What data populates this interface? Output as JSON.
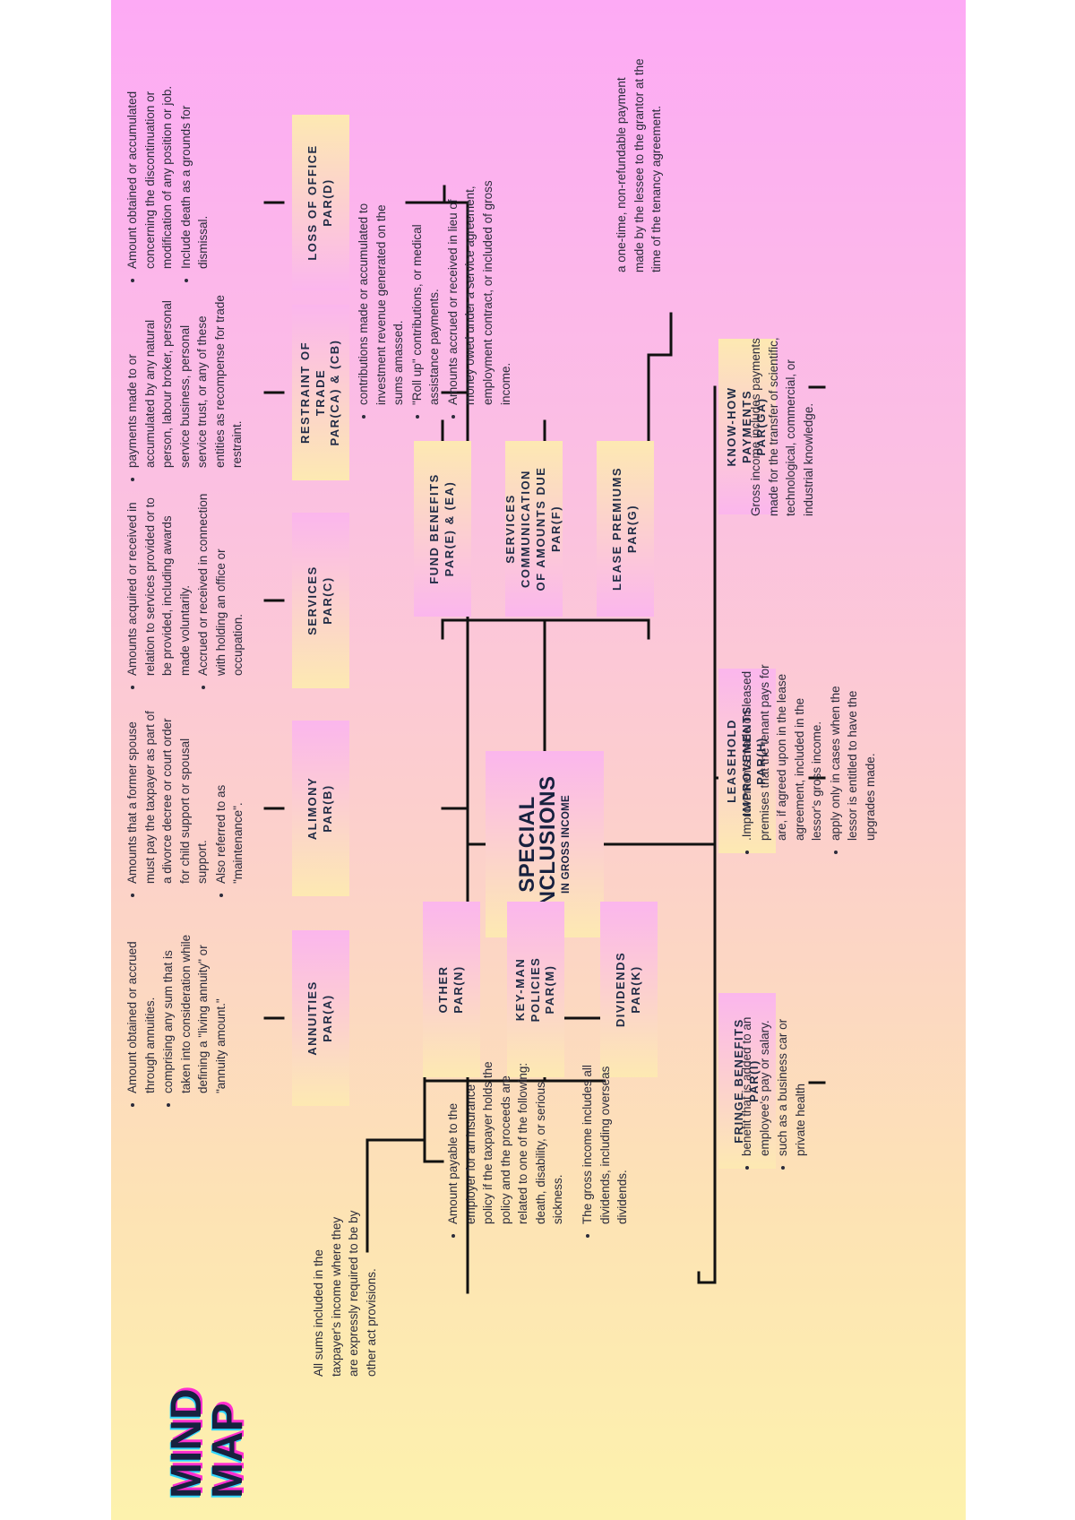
{
  "title": {
    "line1": "MIND",
    "line2": "MAP"
  },
  "center": {
    "line1": "SPECIAL",
    "line2": "INCLUSIONS",
    "line3": "IN GROSS INCOME"
  },
  "nodes": {
    "annuities": "ANNUITIES\nPAR(A)",
    "alimony": "ALIMONY\nPAR(B)",
    "services": "SERVICES\nPAR(C)",
    "restraint": "RESTRAINT OF\nTRADE\nPAR(CA) & (CB)",
    "loss_office": "LOSS OF OFFICE\nPAR(D)",
    "other": "OTHER\nPAR(N)",
    "key_man": "KEY-MAN\nPOLICIES\nPAR(M)",
    "dividends": "DIVIDENDS\nPAR(K)",
    "fund_benefits": "FUND BENEFITS\nPAR(E) & (EA)",
    "services_comm": "SERVICES\nCOMMUNICATION\nOF AMOUNTS DUE\nPAR(F)",
    "lease_premiums": "LEASE PREMIUMS\nPAR(G)",
    "fringe": "FRINGE BENEFITS\nPAR(I)",
    "leasehold": "LEASEHOLD\nIMPROVEMENTS\nPAR(H)",
    "know_how": "KNOW-HOW\nPAYMENTS\nPAR(GA)"
  },
  "notes": {
    "annuities": [
      "Amount obtained or accrued through annuities.",
      "comprising any sum that is taken into consideration while defining a \"living annuity\" or \"annuity amount.\""
    ],
    "alimony": [
      "Amounts that a former spouse must pay the taxpayer as part of a divorce decree or court order for child support or spousal support.",
      "Also referred to as \"maintenance\"."
    ],
    "services": [
      "Amounts acquired or received in relation to services provided or to be provided, including awards made voluntarily.",
      "Accrued or received in connection with holding an office or occupation."
    ],
    "restraint": [
      "payments made to or accumulated by any natural person, labour broker, personal service business, personal service trust, or any of these entities as recompense for trade restraint."
    ],
    "loss_office": [
      "Amount obtained or accumulated concerning the discontinuation or modification of any position or job.",
      "Include death as a grounds for dismissal."
    ],
    "other": "All sums included in the taxpayer's income where they are expressly required to be by other act provisions.",
    "key_man": [
      "Amount payable to the employer for an insurance policy if the taxpayer holds the policy and the proceeds are related to one of the following: death, disability, or serious sickness."
    ],
    "dividends": [
      "The gross income includes all dividends, including overseas dividends."
    ],
    "fund_services": [
      "contributions made or accumulated to investment revenue generated on the sums amassed.",
      "\"Roll up\" contributions, or medical assistance payments.",
      "Amounts accrued or received in lieu of money owed under a service agreement, employment contract, or included of gross income."
    ],
    "lease_premiums": "a one-time, non-refundable payment made by the lessee to the grantor at the time of the tenancy agreement.",
    "fringe": [
      "benefit that is added to an employee's pay or salary.",
      "such as a business car or private health"
    ],
    "leasehold": [
      ".Improvements made on leased premises that the tenant pays for are, if agreed upon in the lease agreement, included in the lessor's gross income.",
      "apply only in cases when the lessor is entitled to have the upgrades made."
    ],
    "know_how": "Gross income includes payments made for the transfer of scientific, technological, commercial, or industrial knowledge."
  }
}
